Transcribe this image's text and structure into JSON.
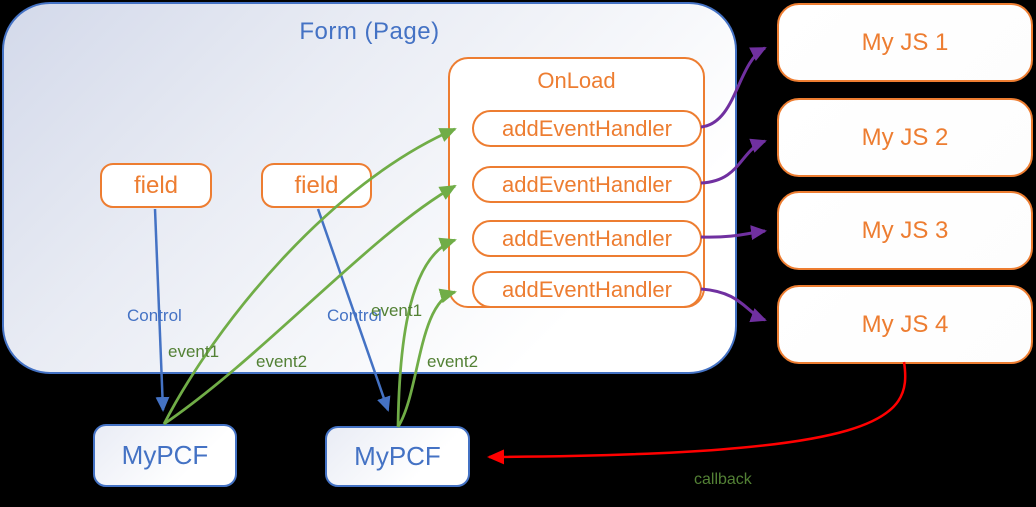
{
  "form": {
    "title": "Form (Page)"
  },
  "fields": [
    {
      "label": "field"
    },
    {
      "label": "field"
    }
  ],
  "onload": {
    "title": "OnLoad",
    "handlers": [
      "addEventHandler",
      "addEventHandler",
      "addEventHandler",
      "addEventHandler"
    ]
  },
  "js_modules": [
    {
      "label": "My JS 1"
    },
    {
      "label": "My JS 2"
    },
    {
      "label": "My JS 3"
    },
    {
      "label": "My JS 4"
    }
  ],
  "pcf": [
    {
      "label": "MyPCF"
    },
    {
      "label": "MyPCF"
    }
  ],
  "edge_labels": {
    "control1": "Control",
    "event1a": "event1",
    "event2a": "event2",
    "control2": "Control",
    "event1b": "event1",
    "event2b": "event2",
    "callback": "callback"
  },
  "colors": {
    "orange": "#ED7D31",
    "blue": "#4472C4",
    "green_arrow": "#70AD47",
    "green_text": "#538135",
    "purple": "#7030A0",
    "red": "#FF0000",
    "background": "#000000"
  }
}
